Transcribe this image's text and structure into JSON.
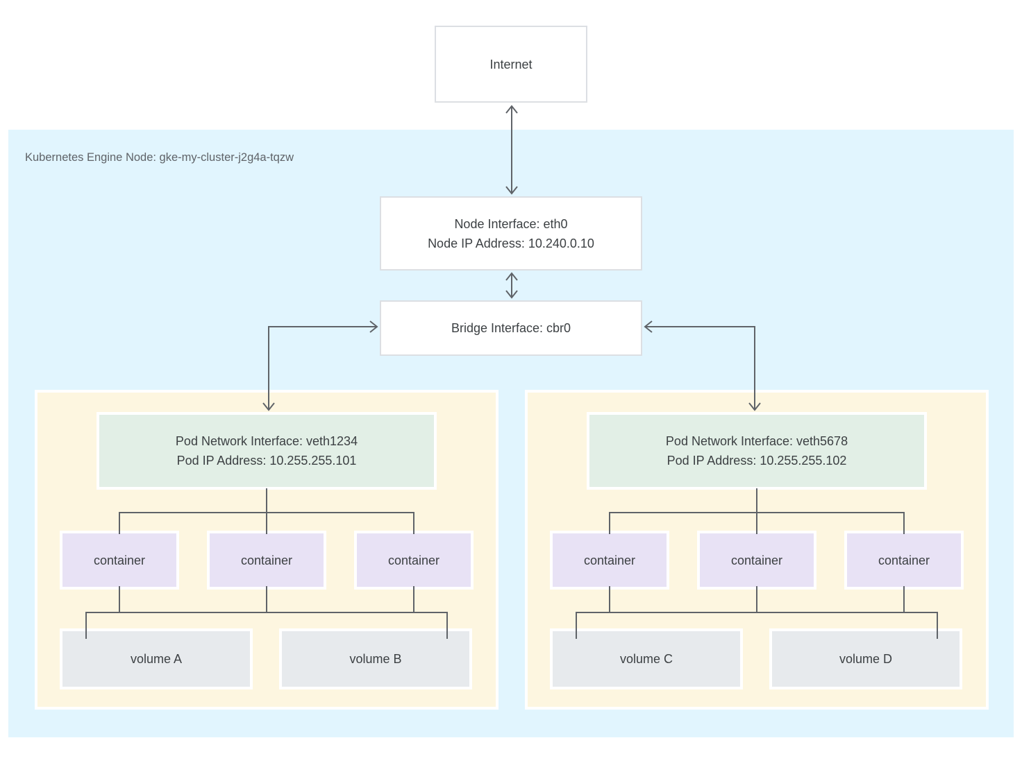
{
  "colors": {
    "cluster_bg": "#e1f5fe",
    "pod_bg": "#fdf6e0",
    "interface_bg": "#e2efe6",
    "container_bg": "#e8e2f5",
    "volume_bg": "#e7eaed",
    "box_border": "#dcdfe3",
    "line": "#5f6368",
    "text": "#3c4043",
    "label": "#5f6368"
  },
  "internet": {
    "label": "Internet"
  },
  "cluster": {
    "label": "Kubernetes Engine Node: gke-my-cluster-j2g4a-tqzw"
  },
  "node_interface": {
    "line1": "Node Interface: eth0",
    "line2": "Node IP Address: 10.240.0.10"
  },
  "bridge_interface": {
    "label": "Bridge Interface: cbr0"
  },
  "pods": [
    {
      "interface": {
        "line1": "Pod Network Interface: veth1234",
        "line2": "Pod IP Address: 10.255.255.101"
      },
      "containers": [
        "container",
        "container",
        "container"
      ],
      "volumes": [
        "volume A",
        "volume B"
      ]
    },
    {
      "interface": {
        "line1": "Pod Network Interface: veth5678",
        "line2": "Pod IP Address: 10.255.255.102"
      },
      "containers": [
        "container",
        "container",
        "container"
      ],
      "volumes": [
        "volume C",
        "volume D"
      ]
    }
  ]
}
